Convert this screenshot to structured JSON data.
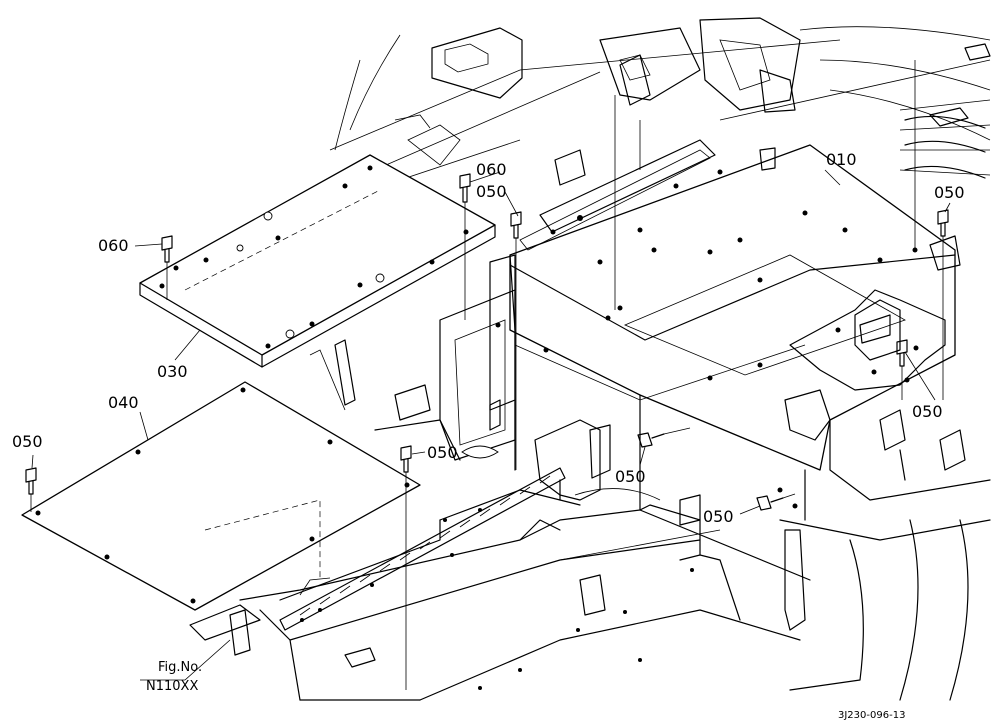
{
  "callouts": {
    "p010": "010",
    "p030": "030",
    "p040": "040",
    "p050_a": "050",
    "p050_b": "050",
    "p050_c": "050",
    "p050_d": "050",
    "p050_e": "050",
    "p050_f": "050",
    "p050_g": "050",
    "p060_a": "060",
    "p060_b": "060"
  },
  "figure_ref": {
    "line1": "Fig.No.",
    "line2": "N110XX"
  },
  "drawing_code": "3J230-096-13"
}
